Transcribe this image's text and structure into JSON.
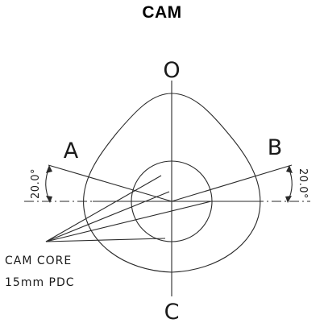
{
  "title": "CAM",
  "labels": {
    "top": "O",
    "bottom": "C",
    "left": "A",
    "right": "B",
    "angle_left": "20.0°",
    "angle_right": "20.0°",
    "core_line1": "CAM CORE",
    "core_line2": "15mm PDC"
  }
}
